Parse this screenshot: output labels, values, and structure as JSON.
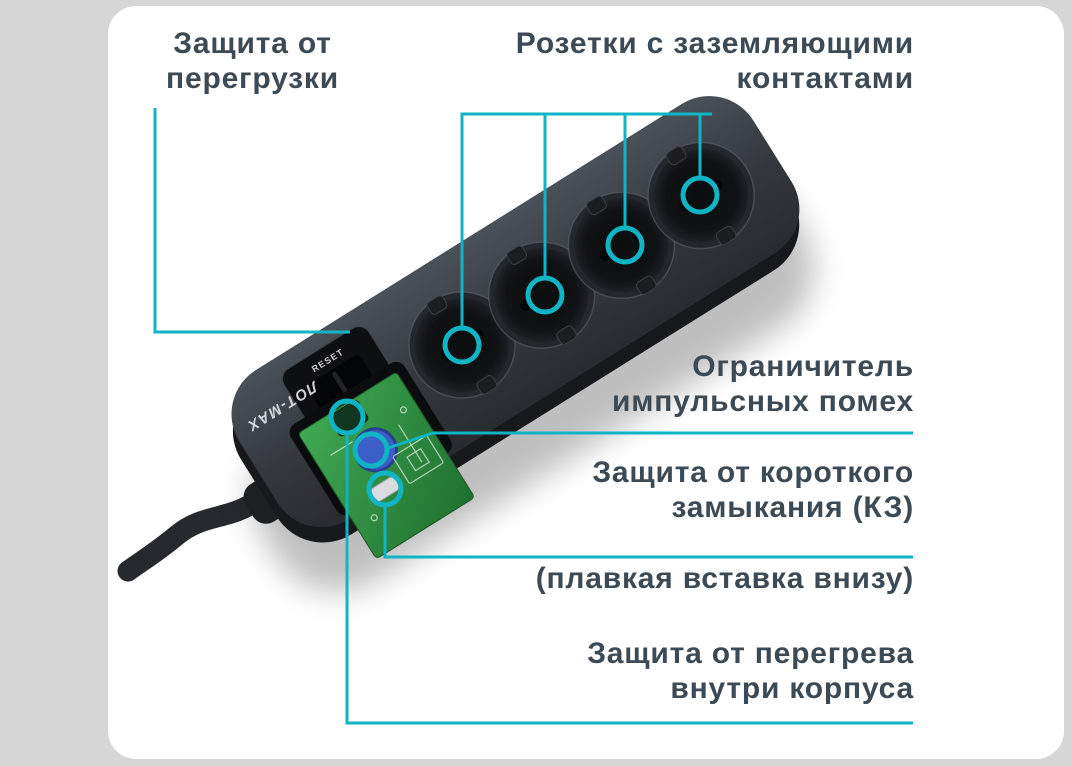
{
  "colors": {
    "background": "#d6d6d6",
    "card": "#ffffff",
    "accent": "#10b4c5",
    "label_text": "#3c4a55"
  },
  "callouts": {
    "overload": {
      "line1": "Защита от",
      "line2": "перегрузки"
    },
    "sockets": {
      "line1": "Розетки с заземляющими",
      "line2": "контактами"
    },
    "surge_limiter": {
      "line1": "Ограничитель",
      "line2": "импульсных помех"
    },
    "short_circuit": {
      "line1": "Защита от короткого",
      "line2": "замыкания (КЗ)"
    },
    "fuse_note": {
      "line1": "(плавкая вставка внизу)"
    },
    "overheat": {
      "line1": "Защита от перегрева",
      "line2": "внутри корпуса"
    }
  },
  "device": {
    "reset_label": "RESET",
    "brand_label": "ЛОТ-MAX",
    "socket_count": 4
  }
}
